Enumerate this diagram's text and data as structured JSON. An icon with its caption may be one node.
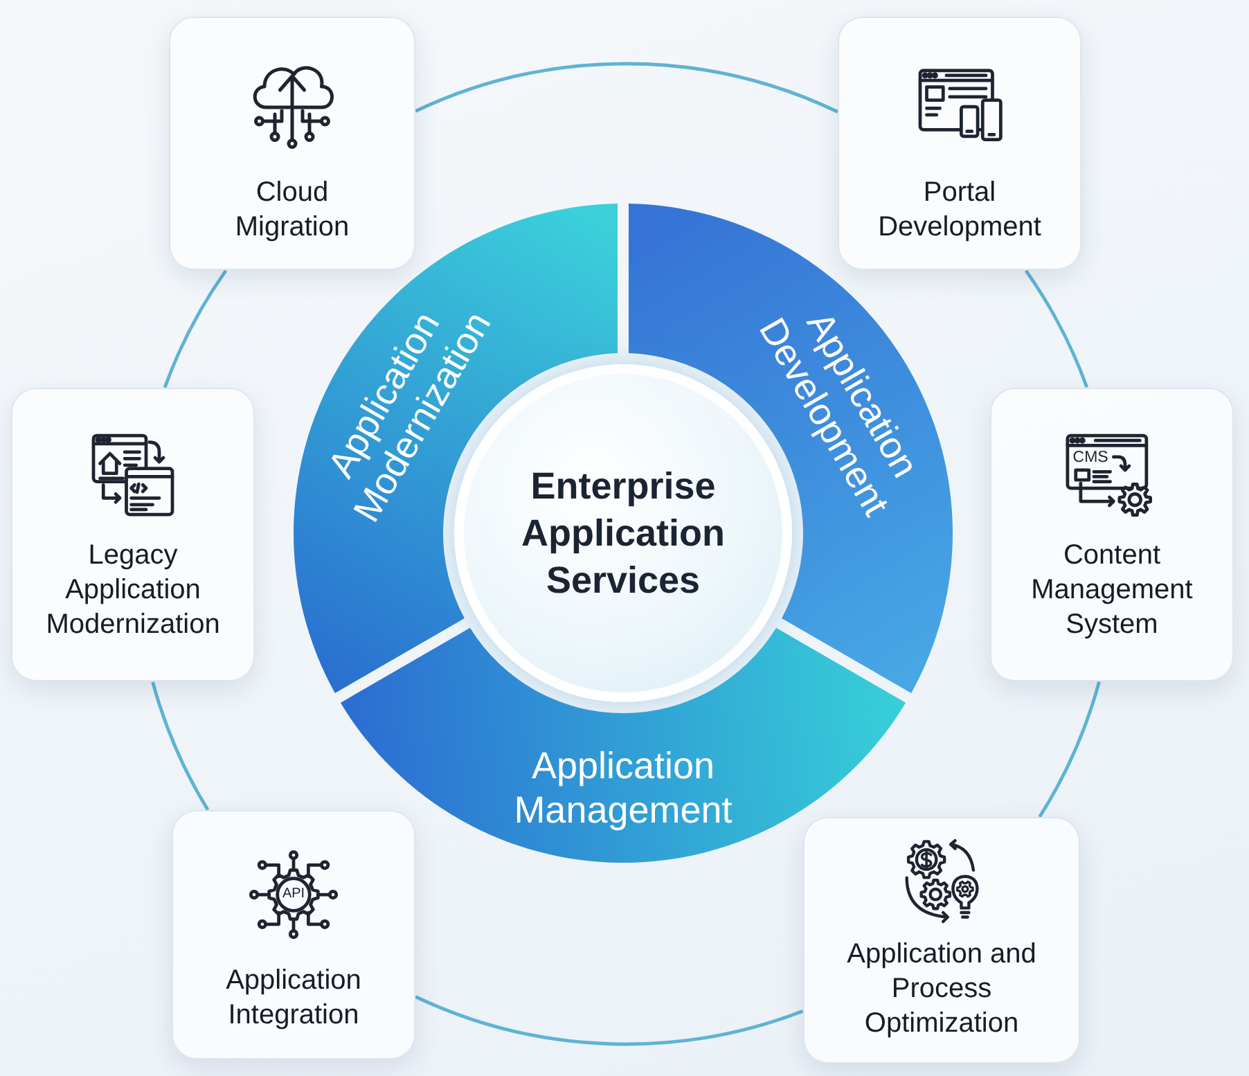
{
  "diagram": {
    "nodes": [
      {
        "text": [
          "Cloud Migration"
        ]
      },
      {
        "text": [
          "Portal Development"
        ]
      },
      {
        "text": [
          "Application Modernization"
        ]
      },
      {
        "text": [
          "Application Development"
        ]
      },
      {
        "text": [
          "Enterprise Application Services"
        ]
      },
      {
        "text": [
          "Legacy Application Modernization"
        ]
      },
      {
        "text": [
          "Content Management System"
        ]
      },
      {
        "text": [
          "Application Management"
        ]
      },
      {
        "text": [
          "Application Integration"
        ]
      },
      {
        "text": [
          "Application and Process Optimization"
        ]
      }
    ],
    "edges": [
      {
        "from": 0,
        "to": 1,
        "arrow": "none"
      },
      {
        "from": 1,
        "to": 6,
        "arrow": "none"
      },
      {
        "from": 6,
        "to": 9,
        "arrow": "none"
      },
      {
        "from": 9,
        "to": 8,
        "arrow": "none"
      },
      {
        "from": 8,
        "to": 5,
        "arrow": "none"
      },
      {
        "from": 5,
        "to": 0,
        "arrow": "none"
      }
    ],
    "labels": [
      "CMS",
      "API"
    ]
  }
}
